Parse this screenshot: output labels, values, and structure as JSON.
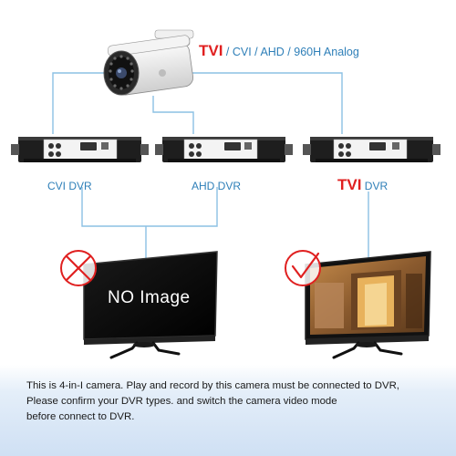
{
  "header": {
    "tvi": "TVI",
    "rest": " / CVI / AHD / 960H Analog"
  },
  "dvrs": [
    {
      "label": "CVI DVR"
    },
    {
      "label": "AHD DVR"
    },
    {
      "label_strong": "TVI",
      "label_rest": " DVR"
    }
  ],
  "monitors": [
    {
      "screen_text": "NO Image",
      "status": "incompatible"
    },
    {
      "screen_text": "",
      "status": "compatible"
    }
  ],
  "note": {
    "lines": [
      "This is 4-in-I camera. Play and record by this camera must be connected to DVR,",
      "Please confirm your DVR types. and switch the camera video mode",
      "before connect to DVR."
    ]
  },
  "colors": {
    "accent": "#2e7fb8",
    "tvi": "#e02020",
    "lines": "#8cc0e4"
  }
}
